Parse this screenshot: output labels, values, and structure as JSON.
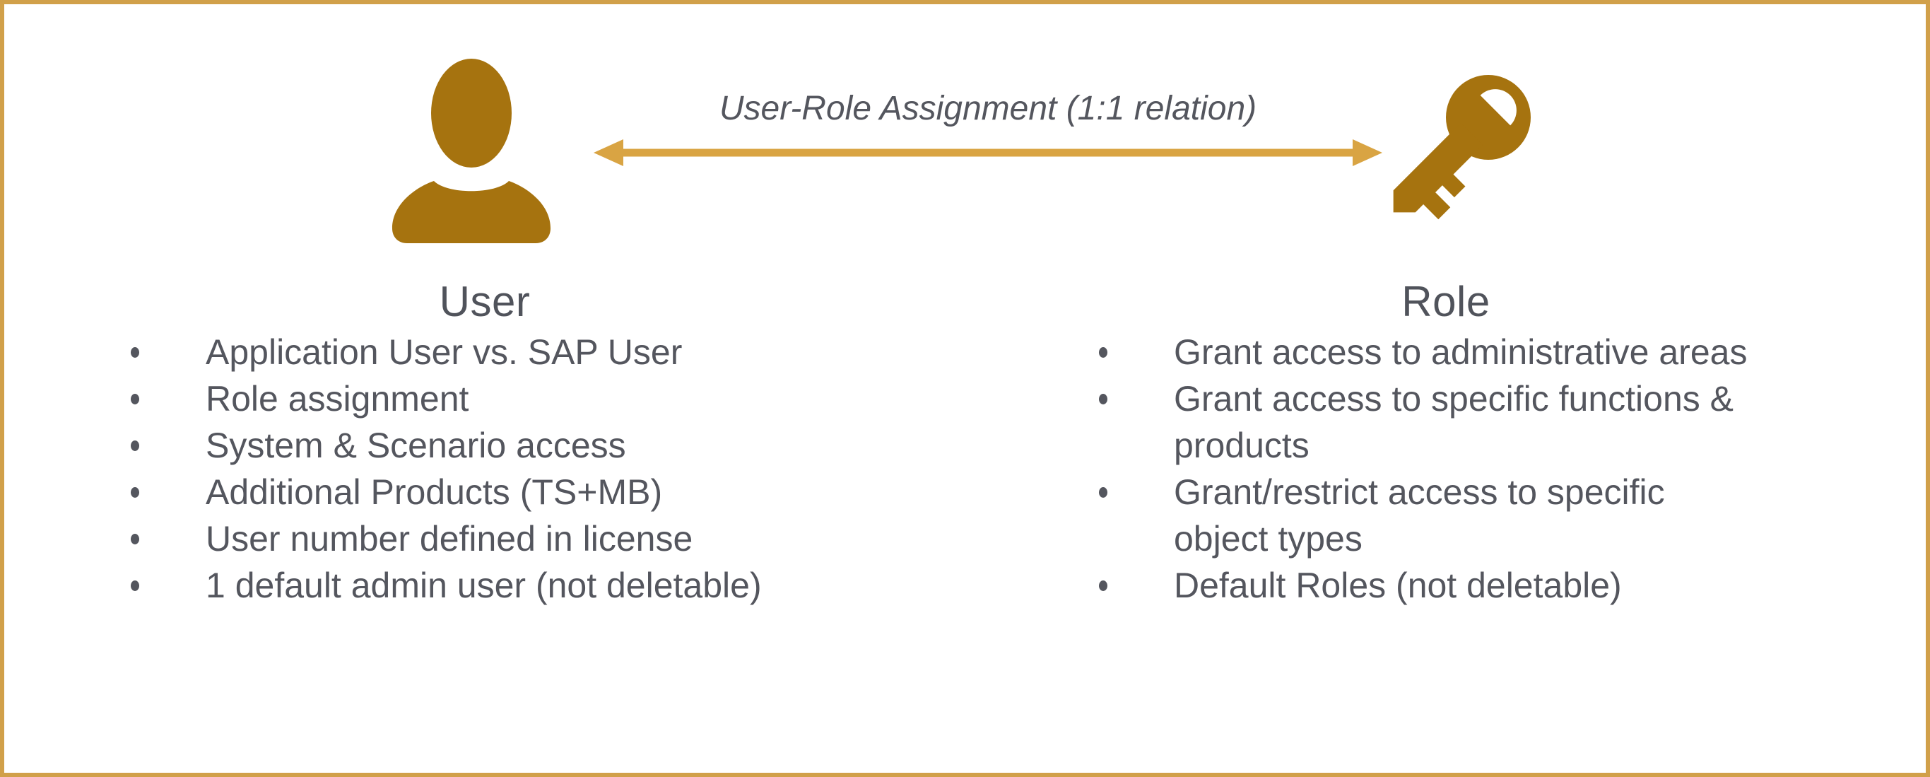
{
  "frame": {
    "border_color": "#d1a04a",
    "background_color": "#ffffff"
  },
  "colors": {
    "icon_gold": "#a6730f",
    "arrow_gold": "#d9a443",
    "text_gray": "#54565e"
  },
  "connector": {
    "label": "User-Role Assignment (1:1 relation)",
    "type": "double-headed-arrow"
  },
  "user_section": {
    "icon": "person-icon",
    "title": "User",
    "bullets": [
      "Application User vs. SAP User",
      "Role assignment",
      "System & Scenario access",
      "Additional Products (TS+MB)",
      "User number defined in license",
      "1 default admin user (not deletable)"
    ]
  },
  "role_section": {
    "icon": "key-icon",
    "title": "Role",
    "bullets": [
      "Grant access to administrative areas",
      "Grant access to specific functions &\nproducts",
      "Grant/restrict access to specific\nobject types",
      "Default Roles (not deletable)"
    ]
  }
}
